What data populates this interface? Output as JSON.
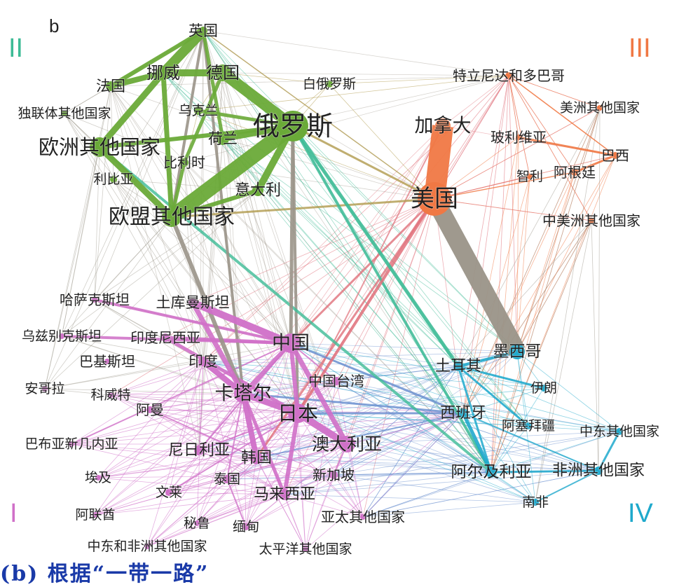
{
  "panel_label": "b",
  "caption": "(b) 根据“一带一路”",
  "quadrants": [
    {
      "label": "II",
      "color": "#3dbb96"
    },
    {
      "label": "III",
      "color": "#f07844"
    },
    {
      "label": "I",
      "color": "#d070c8"
    },
    {
      "label": "IV",
      "color": "#1fa9cc"
    }
  ],
  "colors": {
    "green": "#6aaa38",
    "orange": "#f07844",
    "pink": "#d070c8",
    "cyan": "#1fa9cc",
    "teal": "#3dbb96",
    "gray": "#9a9488",
    "olive": "#b09a4c",
    "red": "#e0707a",
    "blue": "#6a90d0"
  },
  "nodes": [
    {
      "id": "uk",
      "label": "英国",
      "group": "green",
      "size": 6
    },
    {
      "id": "norway",
      "label": "挪威",
      "group": "green",
      "size": 10
    },
    {
      "id": "germany",
      "label": "德国",
      "group": "green",
      "size": 12
    },
    {
      "id": "france",
      "label": "法国",
      "group": "green",
      "size": 7
    },
    {
      "id": "belarus",
      "label": "白俄罗斯",
      "group": "green",
      "size": 5
    },
    {
      "id": "cis",
      "label": "独联体其他国家",
      "group": "green",
      "size": 4
    },
    {
      "id": "ukraine",
      "label": "乌克兰",
      "group": "green",
      "size": 6
    },
    {
      "id": "russia",
      "label": "俄罗斯",
      "group": "green",
      "size": 22
    },
    {
      "id": "netherlands",
      "label": "荷兰",
      "group": "green",
      "size": 9
    },
    {
      "id": "europe_other",
      "label": "欧洲其他国家",
      "group": "green",
      "size": 14
    },
    {
      "id": "belgium",
      "label": "比利时",
      "group": "green",
      "size": 6
    },
    {
      "id": "libya",
      "label": "利比亚",
      "group": "green",
      "size": 5
    },
    {
      "id": "italy",
      "label": "意大利",
      "group": "green",
      "size": 8
    },
    {
      "id": "eu_other",
      "label": "欧盟其他国家",
      "group": "green",
      "size": 14
    },
    {
      "id": "trinidad",
      "label": "特立尼达和多巴哥",
      "group": "orange",
      "size": 5
    },
    {
      "id": "americas_other",
      "label": "美洲其他国家",
      "group": "orange",
      "size": 4
    },
    {
      "id": "canada",
      "label": "加拿大",
      "group": "orange",
      "size": 11
    },
    {
      "id": "bolivia",
      "label": "玻利维亚",
      "group": "orange",
      "size": 4
    },
    {
      "id": "brazil",
      "label": "巴西",
      "group": "orange",
      "size": 5
    },
    {
      "id": "chile",
      "label": "智利",
      "group": "orange",
      "size": 4
    },
    {
      "id": "argentina",
      "label": "阿根廷",
      "group": "orange",
      "size": 5
    },
    {
      "id": "usa",
      "label": "美国",
      "group": "orange",
      "size": 24
    },
    {
      "id": "central_america",
      "label": "中美洲其他国家",
      "group": "orange",
      "size": 4
    },
    {
      "id": "kazakhstan",
      "label": "哈萨克斯坦",
      "group": "pink",
      "size": 4
    },
    {
      "id": "turkmenistan",
      "label": "土库曼斯坦",
      "group": "pink",
      "size": 6
    },
    {
      "id": "uzbekistan",
      "label": "乌兹别克斯坦",
      "group": "pink",
      "size": 4
    },
    {
      "id": "indonesia",
      "label": "印度尼西亚",
      "group": "pink",
      "size": 6
    },
    {
      "id": "china",
      "label": "中国",
      "group": "pink",
      "size": 14
    },
    {
      "id": "pakistan",
      "label": "巴基斯坦",
      "group": "pink",
      "size": 4
    },
    {
      "id": "india",
      "label": "印度",
      "group": "pink",
      "size": 7
    },
    {
      "id": "angola",
      "label": "安哥拉",
      "group": "pink",
      "size": 4
    },
    {
      "id": "kuwait",
      "label": "科威特",
      "group": "pink",
      "size": 4
    },
    {
      "id": "qatar",
      "label": "卡塔尔",
      "group": "pink",
      "size": 13
    },
    {
      "id": "taiwan",
      "label": "中国台湾",
      "group": "pink",
      "size": 6
    },
    {
      "id": "oman",
      "label": "阿曼",
      "group": "pink",
      "size": 5
    },
    {
      "id": "japan",
      "label": "日本",
      "group": "pink",
      "size": 14
    },
    {
      "id": "png",
      "label": "巴布亚新几内亚",
      "group": "pink",
      "size": 4
    },
    {
      "id": "nigeria",
      "label": "尼日利亚",
      "group": "pink",
      "size": 7
    },
    {
      "id": "korea",
      "label": "韩国",
      "group": "pink",
      "size": 9
    },
    {
      "id": "australia",
      "label": "澳大利亚",
      "group": "pink",
      "size": 12
    },
    {
      "id": "egypt",
      "label": "埃及",
      "group": "pink",
      "size": 4
    },
    {
      "id": "brunei",
      "label": "文莱",
      "group": "pink",
      "size": 5
    },
    {
      "id": "thailand",
      "label": "泰国",
      "group": "pink",
      "size": 6
    },
    {
      "id": "singapore",
      "label": "新加坡",
      "group": "pink",
      "size": 6
    },
    {
      "id": "malaysia",
      "label": "马来西亚",
      "group": "pink",
      "size": 8
    },
    {
      "id": "uae",
      "label": "阿联酋",
      "group": "pink",
      "size": 4
    },
    {
      "id": "peru",
      "label": "秘鲁",
      "group": "pink",
      "size": 4
    },
    {
      "id": "myanmar",
      "label": "缅甸",
      "group": "pink",
      "size": 5
    },
    {
      "id": "apac_other",
      "label": "亚太其他国家",
      "group": "pink",
      "size": 4
    },
    {
      "id": "mena_other",
      "label": "中东和非洲其他国家",
      "group": "pink",
      "size": 4
    },
    {
      "id": "pacific_other",
      "label": "太平洋其他国家",
      "group": "pink",
      "size": 4
    },
    {
      "id": "mexico",
      "label": "墨西哥",
      "group": "cyan",
      "size": 11
    },
    {
      "id": "turkey",
      "label": "土耳其",
      "group": "cyan",
      "size": 7
    },
    {
      "id": "iran",
      "label": "伊朗",
      "group": "cyan",
      "size": 5
    },
    {
      "id": "spain",
      "label": "西班牙",
      "group": "cyan",
      "size": 7
    },
    {
      "id": "azerbaijan",
      "label": "阿塞拜疆",
      "group": "cyan",
      "size": 5
    },
    {
      "id": "middle_east_other",
      "label": "中东其他国家",
      "group": "cyan",
      "size": 5
    },
    {
      "id": "algeria",
      "label": "阿尔及利亚",
      "group": "cyan",
      "size": 8
    },
    {
      "id": "africa_other",
      "label": "非洲其他国家",
      "group": "cyan",
      "size": 6
    },
    {
      "id": "south_africa",
      "label": "南非",
      "group": "cyan",
      "size": 5
    }
  ]
}
